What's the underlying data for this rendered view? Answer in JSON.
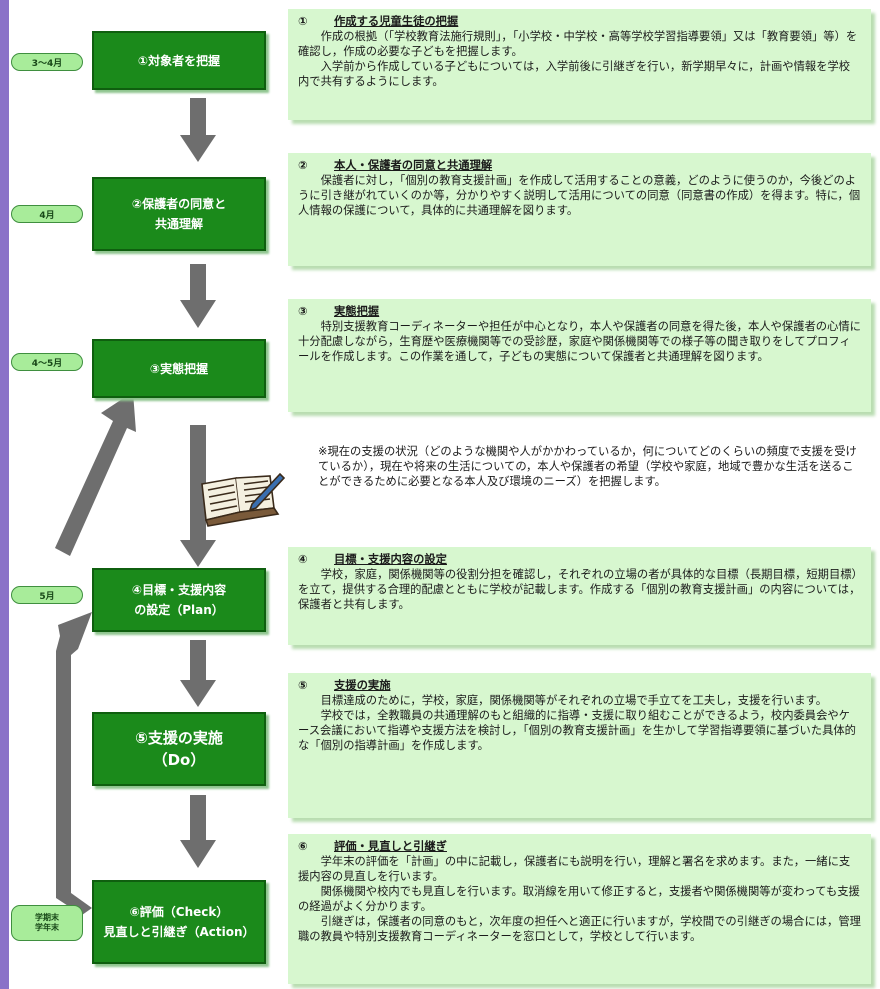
{
  "periods": [
    "3～4月",
    "4月",
    "4～5月",
    "5月",
    "学期末\n学年末"
  ],
  "steps": [
    {
      "lines": [
        "①対象者を把握"
      ]
    },
    {
      "lines": [
        "②保護者の同意と",
        "共通理解"
      ]
    },
    {
      "lines": [
        "③実態把握"
      ]
    },
    {
      "lines": [
        "④目標・支援内容",
        "の設定（Plan）"
      ]
    },
    {
      "lines": [
        "⑤支援の実施",
        "（Do）"
      ]
    },
    {
      "lines": [
        "⑥評価（Check）",
        "見直しと引継ぎ（Action）"
      ]
    }
  ],
  "descriptions": [
    {
      "num": "①",
      "title": "作成する児童生徒の把握",
      "paragraphs": [
        "作成の根拠（「学校教育法施行規則」，「小学校・中学校・高等学校学習指導要領」又は「教育要領」等）を確認し，作成の必要な子どもを把握します。",
        "入学前から作成している子どもについては，入学前後に引継ぎを行い，新学期早々に，計画や情報を学校内で共有するようにします。"
      ]
    },
    {
      "num": "②",
      "title": "本人・保護者の同意と共通理解",
      "paragraphs": [
        "保護者に対し，「個別の教育支援計画」を作成して活用することの意義，どのように使うのか，今後どのように引き継がれていくのか等，分かりやすく説明して活用についての同意（同意書の作成）を得ます。特に，個人情報の保護について，具体的に共通理解を図ります。"
      ]
    },
    {
      "num": "③",
      "title": "実態把握",
      "paragraphs": [
        "特別支援教育コーディネーターや担任が中心となり，本人や保護者の同意を得た後，本人や保護者の心情に十分配慮しながら，生育歴や医療機関等での受診歴，家庭や関係機関等での様子等の聞き取りをしてプロフィールを作成します。この作業を通して，子どもの実態について保護者と共通理解を図ります。"
      ]
    },
    {
      "num": "④",
      "title": "目標・支援内容の設定",
      "paragraphs": [
        "学校，家庭，関係機関等の役割分担を確認し，それぞれの立場の者が具体的な目標（長期目標，短期目標）を立て，提供する合理的配慮とともに学校が記載します。作成する「個別の教育支援計画」の内容については，保護者と共有します。"
      ]
    },
    {
      "num": "⑤",
      "title": "支援の実施",
      "paragraphs": [
        "目標達成のために，学校，家庭，関係機関等がそれぞれの立場で手立てを工夫し，支援を行います。",
        "学校では，全教職員の共通理解のもと組織的に指導・支援に取り組むことができるよう，校内委員会やケース会議において指導や支援方法を検討し，「個別の教育支援計画」を生かして学習指導要領に基づいた具体的な「個別の指導計画」を作成します。"
      ]
    },
    {
      "num": "⑥",
      "title": "評価・見直しと引継ぎ",
      "paragraphs": [
        "学年末の評価を「計画」の中に記載し，保護者にも説明を行い，理解と署名を求めます。また，一緒に支援内容の見直しを行います。",
        "関係機関や校内でも見直しを行います。取消線を用いて修正すると，支援者や関係機関等が変わっても支援の経過がよく分かります。",
        "引継ぎは，保護者の同意のもと，次年度の担任へと適正に行いますが，学校間での引継ぎの場合には，管理職の教員や特別支援教育コーディネーターを窓口として，学校として行います。"
      ]
    }
  ],
  "note": "※現在の支援の状況（どのような機関や人がかかわっているか，何についてどのくらいの頻度で支援を受けているか），現在や将来の生活についての，本人や保護者の希望（学校や家庭，地域で豊かな生活を送ることができるために必要となる本人及び環境のニーズ）を把握します。",
  "colors": {
    "step_fill": "#1b8a1b",
    "desc_fill": "#d7f7cf",
    "pill_fill": "#a8ec9a",
    "arrow": "#6e6e6e",
    "left_bar": "#8a72c8"
  },
  "icons": [
    "open-notebook-pencil-icon"
  ]
}
